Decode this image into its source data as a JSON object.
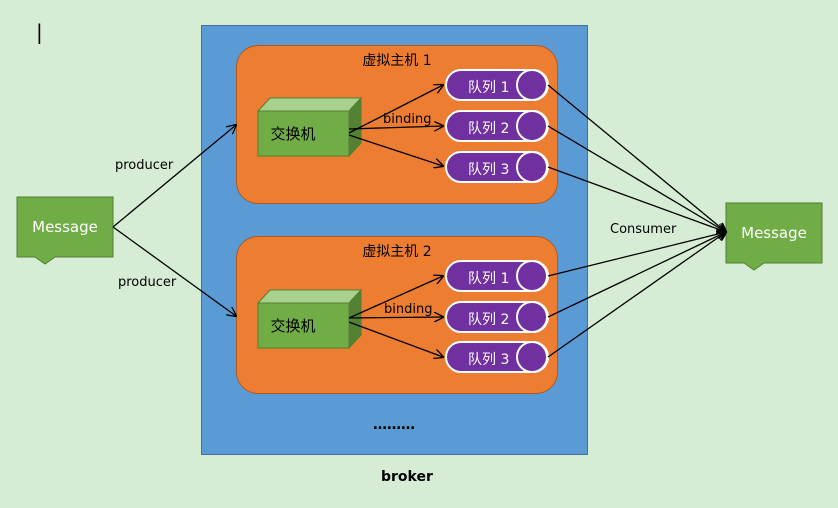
{
  "broker": {
    "label": "broker",
    "ellipsis": "………"
  },
  "vhosts": [
    {
      "title": "虚拟主机 1",
      "exchange": "交换机",
      "binding": "binding",
      "queues": [
        "队列 1",
        "队列 2",
        "队列 3"
      ]
    },
    {
      "title": "虚拟主机 2",
      "exchange": "交换机",
      "binding": "binding",
      "queues": [
        "队列 1",
        "队列 2",
        "队列 3"
      ]
    }
  ],
  "producer_message": "Message",
  "consumer_message": "Message",
  "producer_labels": [
    "producer",
    "producer"
  ],
  "consumer_label": "Consumer",
  "cursor_mark": "|",
  "colors": {
    "background": "#d6ecd4",
    "broker": "#5b9bd5",
    "vhost": "#ed7d31",
    "exchange": "#70ad47",
    "queue": "#7030a0",
    "message": "#70ad47"
  }
}
